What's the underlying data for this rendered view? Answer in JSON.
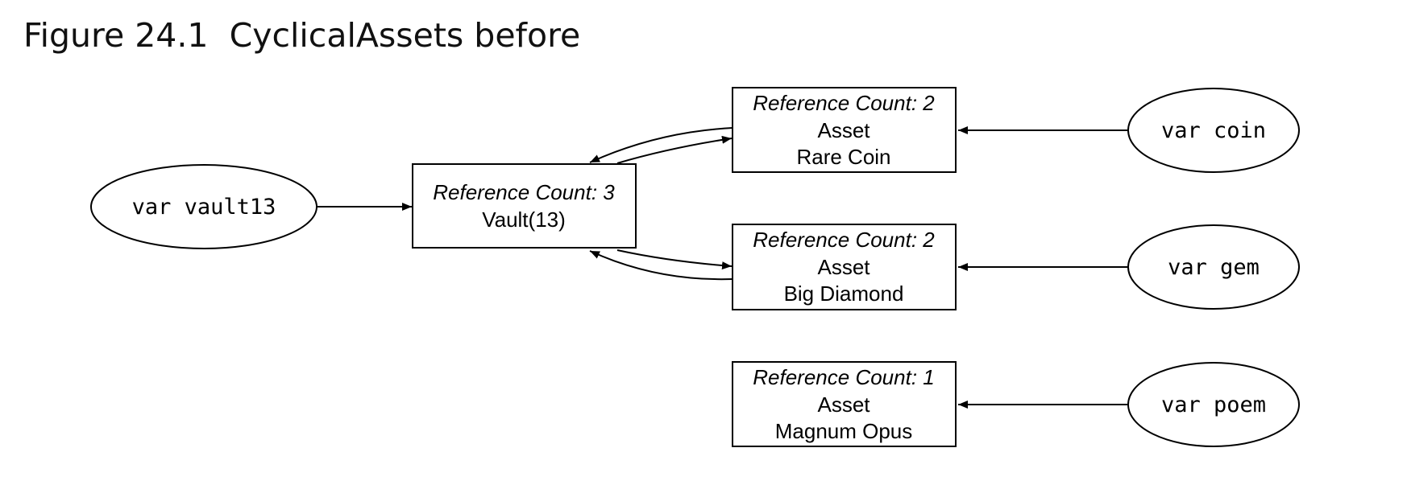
{
  "figure": {
    "title": "Figure 24.1  CyclicalAssets before"
  },
  "variables": {
    "vault13": "var vault13",
    "coin": "var coin",
    "gem": "var gem",
    "poem": "var poem"
  },
  "objects": {
    "vault": {
      "ref_count": "Reference Count: 3",
      "name": "Vault(13)"
    },
    "coin": {
      "ref_count": "Reference Count: 2",
      "type": "Asset",
      "name": "Rare Coin"
    },
    "gem": {
      "ref_count": "Reference Count: 2",
      "type": "Asset",
      "name": "Big Diamond"
    },
    "poem": {
      "ref_count": "Reference Count: 1",
      "type": "Asset",
      "name": "Magnum Opus"
    }
  }
}
